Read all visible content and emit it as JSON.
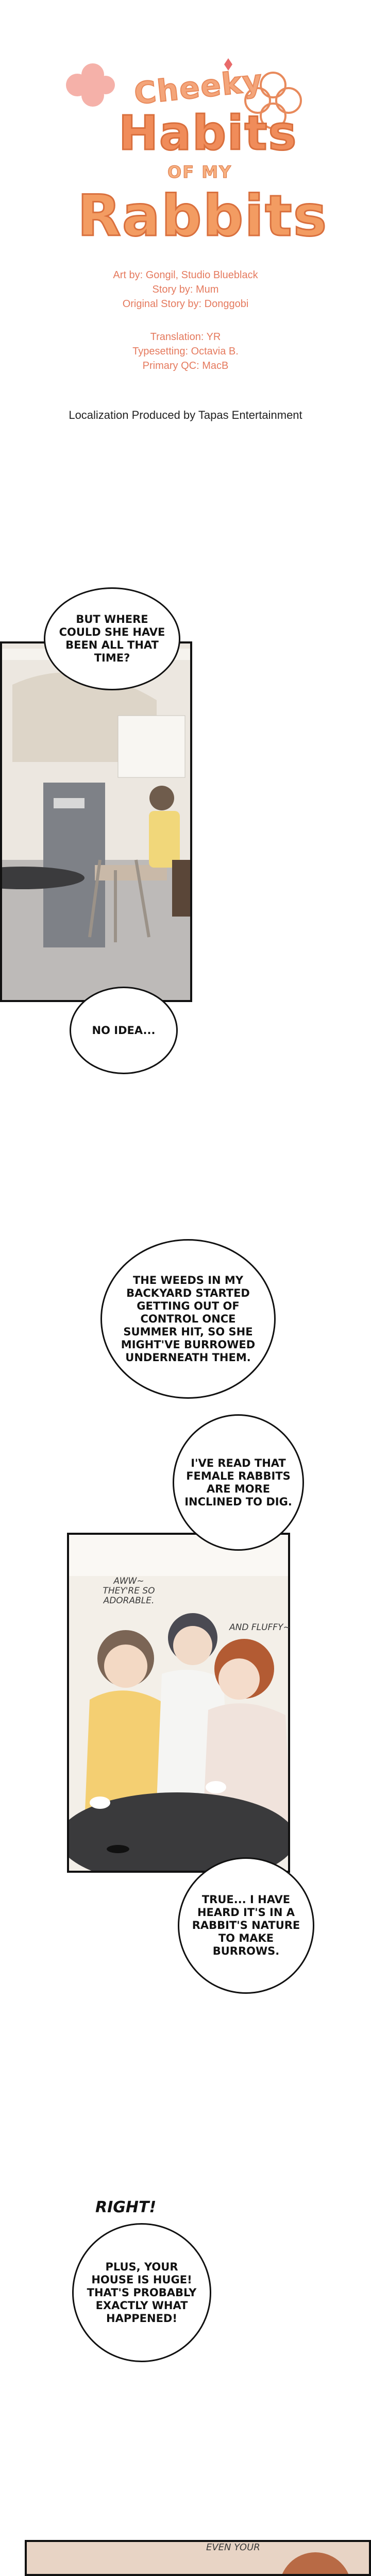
{
  "logo": {
    "line1": "Cheeky",
    "line2": "Habits",
    "line3": "OF MY",
    "line4": "Rabbits"
  },
  "credits": {
    "art": "Art by: Gongil, Studio Blueblack",
    "story": "Story by: Mum",
    "original": "Original Story by: Donggobi",
    "translation": "Translation: YR",
    "typesetting": "Typesetting: Octavia B.",
    "qc": "Primary QC: MacB"
  },
  "localization": "Localization Produced by Tapas Entertainment",
  "bubbles": {
    "b1": "BUT WHERE COULD SHE HAVE BEEN ALL THAT TIME?",
    "b2": "NO IDEA...",
    "b3": "THE WEEDS IN MY BACKYARD STARTED GETTING OUT OF CONTROL ONCE SUMMER HIT, SO SHE MIGHT'VE BURROWED UNDERNEATH THEM.",
    "b4": "I'VE READ THAT FEMALE RABBITS ARE MORE INCLINED TO DIG.",
    "b5": "TRUE... I HAVE HEARD IT'S IN A RABBIT'S NATURE TO MAKE BURROWS.",
    "b6": "PLUS, YOUR HOUSE IS HUGE! THAT'S PROBABLY EXACTLY WHAT HAPPENED!"
  },
  "sfx": {
    "aww": "AWW~ THEY'RE SO ADORABLE.",
    "fluffy": "AND FLUFFY~",
    "right": "RIGHT!",
    "even": "EVEN YOUR"
  },
  "colors": {
    "logo": "#f08c5a",
    "credits": "#e57a5e"
  }
}
